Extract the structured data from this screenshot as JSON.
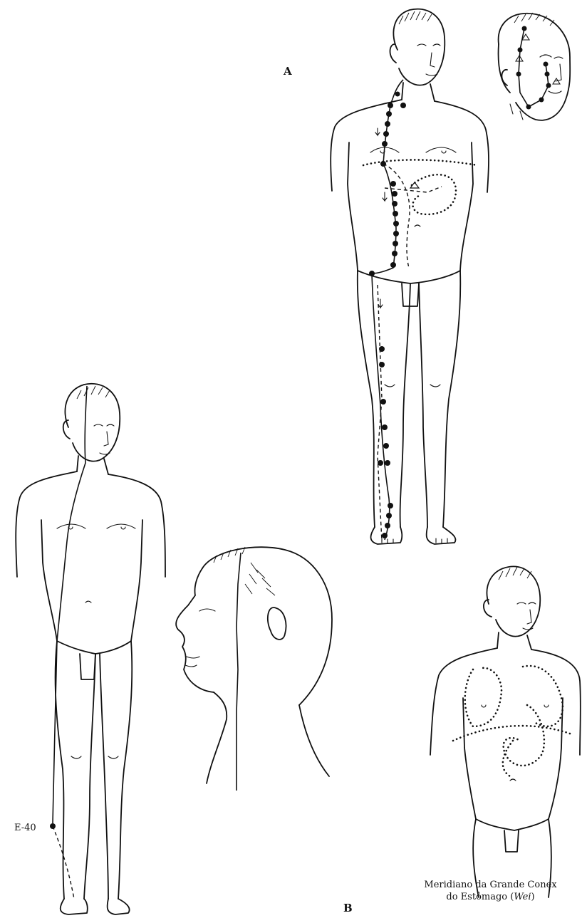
{
  "figure": {
    "label_a": "A",
    "label_b": "B",
    "point_label": "E-40",
    "caption_line1": "Meridiano da Grande Conex",
    "caption_line2": "do Estômago (",
    "caption_italic": "Wei",
    "caption_end": ")"
  }
}
